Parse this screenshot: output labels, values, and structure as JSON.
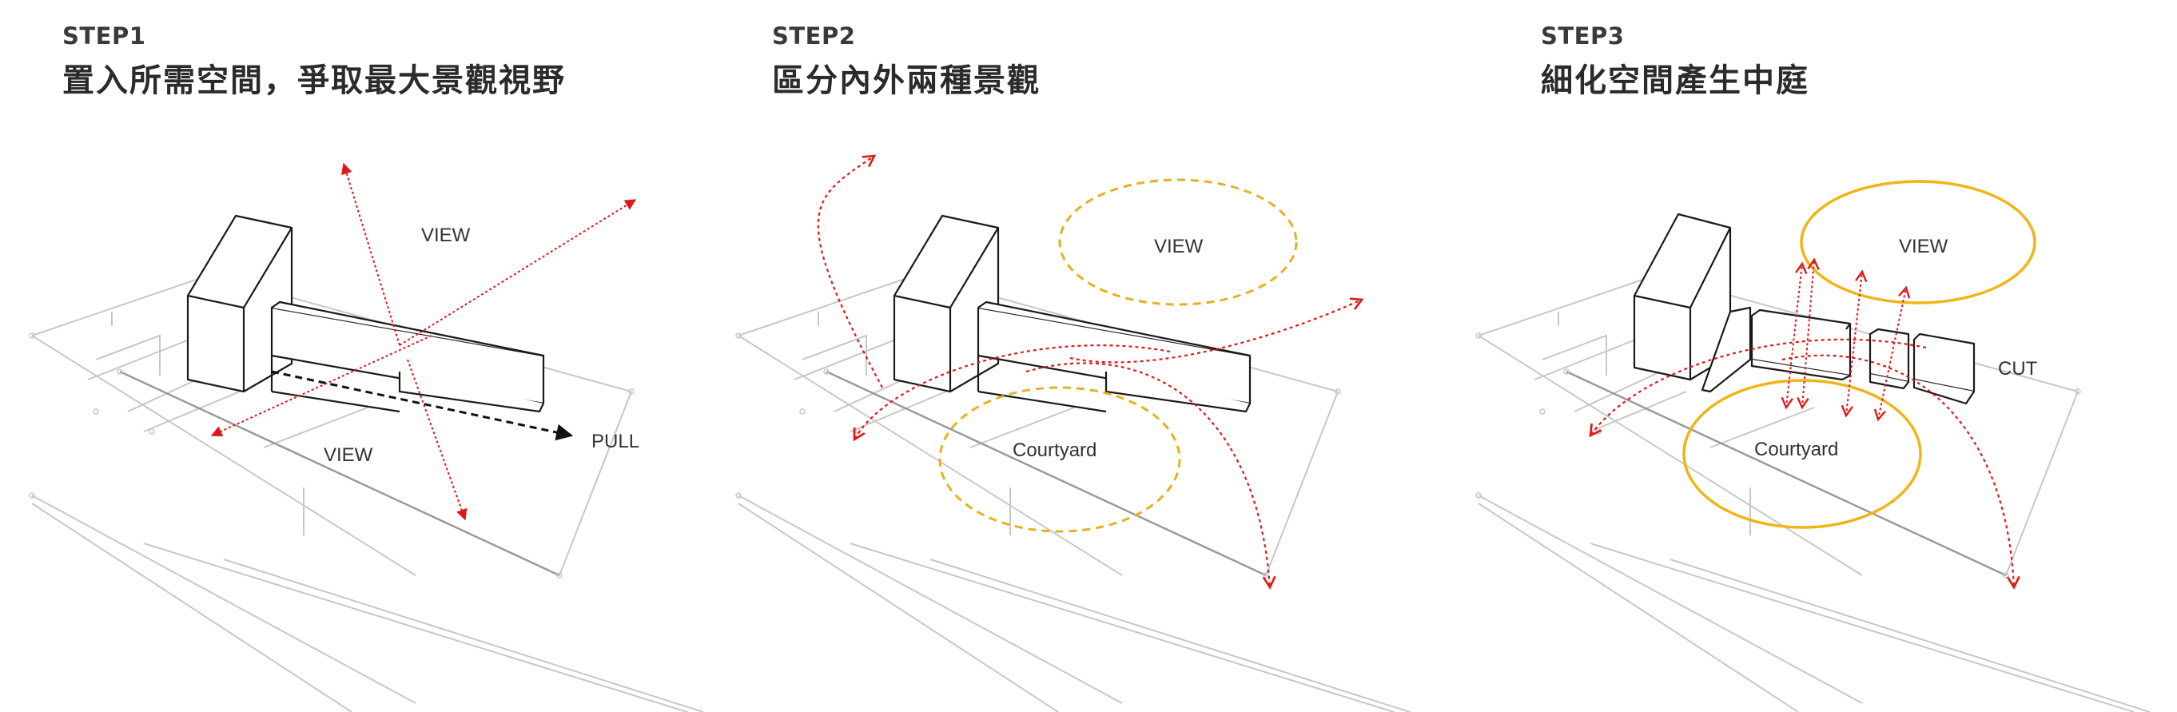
{
  "steps": [
    {
      "step": "STEP1",
      "title": "置入所需空間，爭取最大景觀視野",
      "labels": {
        "view_top": "VIEW",
        "view_bottom": "VIEW",
        "pull": "PULL"
      }
    },
    {
      "step": "STEP2",
      "title": "區分內外兩種景觀",
      "labels": {
        "view": "VIEW",
        "courtyard": "Courtyard"
      }
    },
    {
      "step": "STEP3",
      "title": "細化空間產生中庭",
      "labels": {
        "view": "VIEW",
        "courtyard": "Courtyard",
        "cut": "CUT"
      }
    }
  ],
  "colors": {
    "arrow_red": "#e01818",
    "ellipse_dashed": "#e8b020",
    "ellipse_solid": "#f0b416",
    "dot_blue": "#6f86d6",
    "pull_arrow": "#111111"
  }
}
